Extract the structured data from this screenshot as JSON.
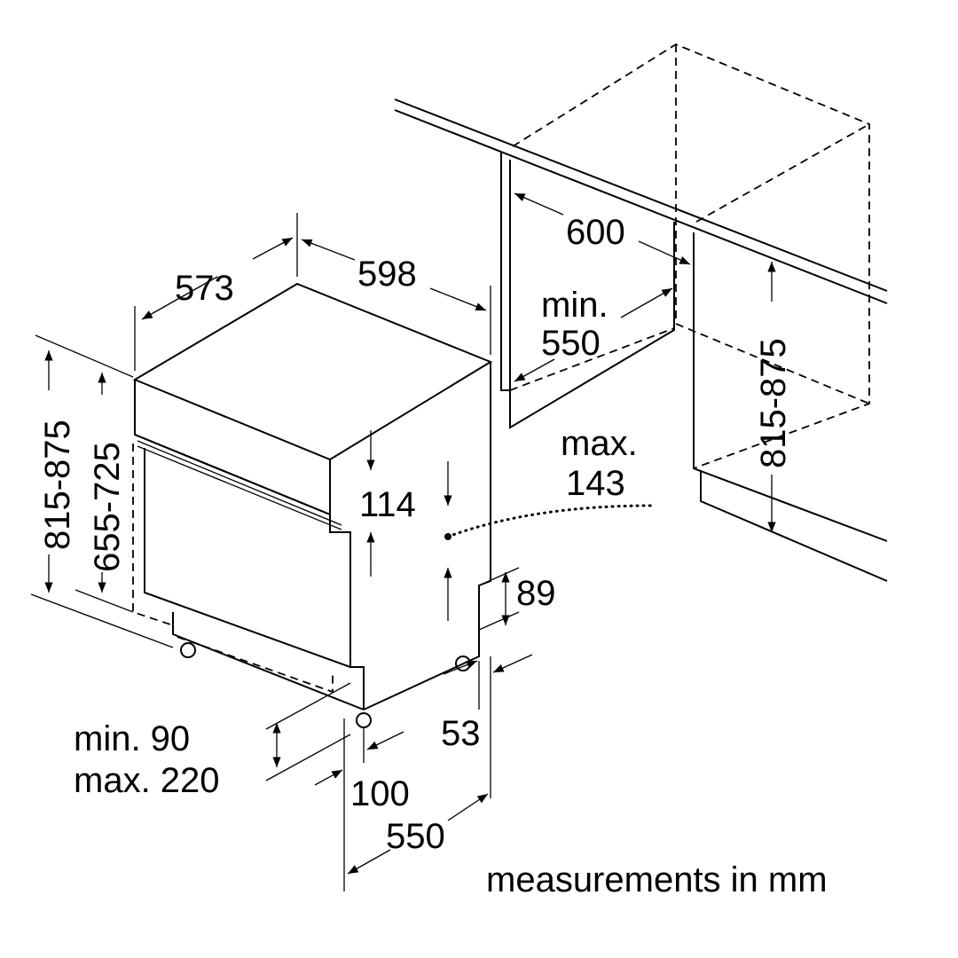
{
  "title": "Dishwasher installation dimensions",
  "dimensions": {
    "depth": "573",
    "width": "598",
    "niche_width": "600",
    "niche_depth_line1": "min.",
    "niche_depth_line2": "550",
    "height_total": "815-875",
    "height_body": "655-725",
    "niche_height": "815-875",
    "panel_max_line1": "max.",
    "panel_max_line2": "143",
    "panel_height": "114",
    "plinth_recess": "89",
    "plinth_offset": "53",
    "plinth_line1": "min. 90",
    "plinth_line2": "max. 220",
    "foot_offset": "100",
    "base_depth": "550"
  },
  "footer": "measurements in mm"
}
